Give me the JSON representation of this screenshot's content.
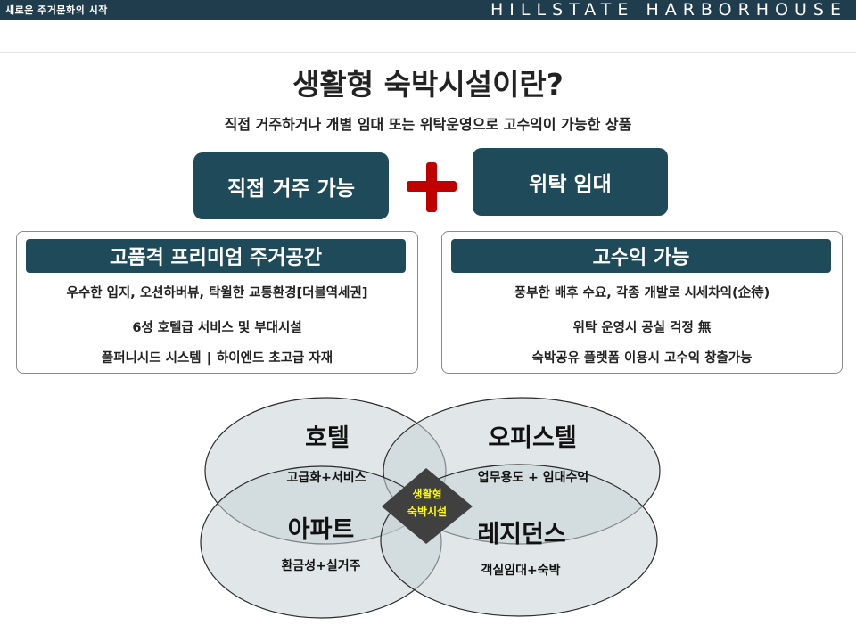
{
  "header": {
    "tagline": "새로운 주거문화의 시작",
    "brand": "HILLSTATE HARBORHOUSE"
  },
  "title": "생활형 숙박시설이란?",
  "subtitle": "직접 거주하거나 개별 임대 또는 위탁운영으로 고수익이 가능한 상품",
  "pills": {
    "left": "직접 거주 가능",
    "right": "위탁 임대"
  },
  "panels": {
    "left": {
      "heading": "고품격 프리미엄 주거공간",
      "line1": "우수한 입지, 오션하버뷰, 탁월한 교통환경[더블역세권]",
      "line2": "6성 호텔급 서비스 및 부대시설",
      "line3a": "풀퍼니시드 시스템",
      "line3_sep": "|",
      "line3b": "하이엔드 초고급 자재"
    },
    "right": {
      "heading": "고수익 가능",
      "line1": "풍부한 배후 수요, 각종 개발로 시세차익(企待)",
      "line2": "위탁 운영시 공실 걱정 無",
      "line3": "숙박공유 플렛폼 이용시 고수익 창출가능"
    }
  },
  "venn": {
    "hotel": "호텔",
    "officetel": "오피스텔",
    "apartment": "아파트",
    "residence": "레지던스",
    "hotel_desc": "고급화+서비스",
    "officetel_desc": "업무용도 + 임대수익",
    "apartment_desc": "환금성+실거주",
    "residence_desc": "객실임대+숙박",
    "center_line1": "생활형",
    "center_line2": "숙박시설"
  }
}
